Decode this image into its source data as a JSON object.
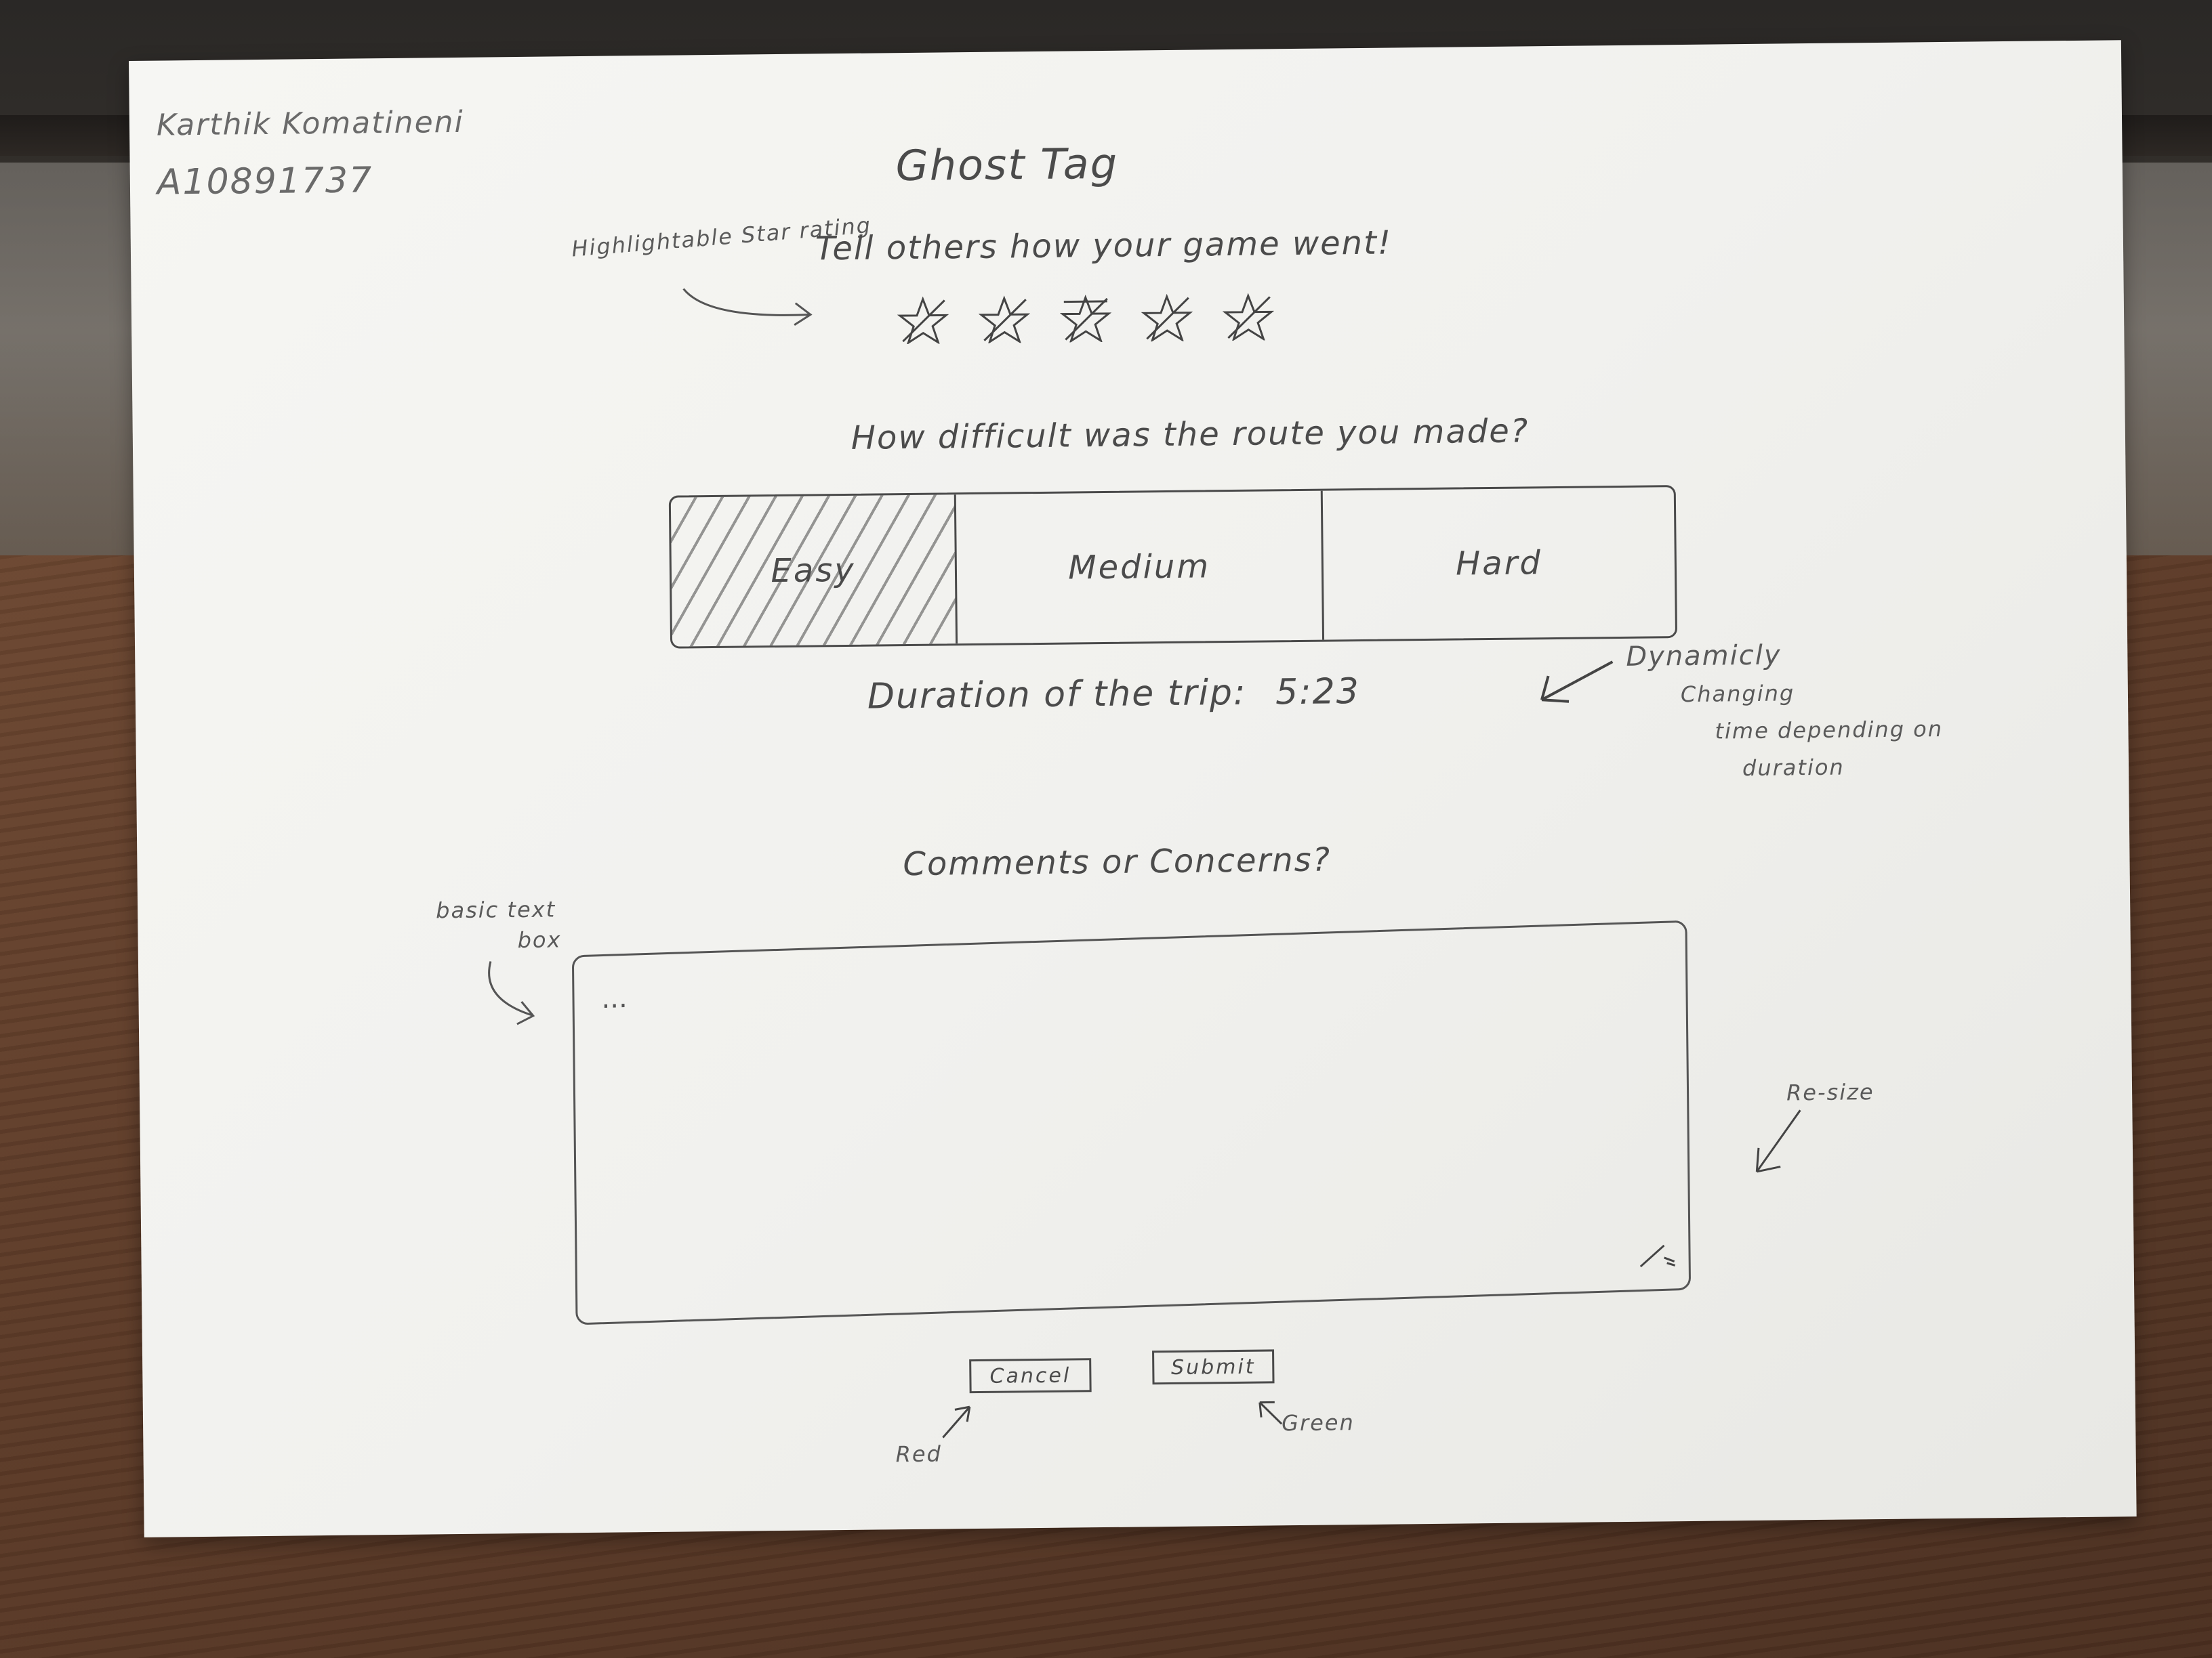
{
  "author": {
    "name": "Karthik Komatineni",
    "id": "A10891737"
  },
  "app": {
    "title": "Ghost Tag"
  },
  "rating": {
    "prompt": "Tell others how your game went!",
    "note": "Highlightable Star rating",
    "stars_total": 5,
    "star_icon": "star-icon"
  },
  "difficulty": {
    "prompt": "How difficult was the route you made?",
    "options": [
      "Easy",
      "Medium",
      "Hard"
    ],
    "selected": "Easy"
  },
  "duration": {
    "label": "Duration of the trip:",
    "value": "5:23",
    "note_line1": "Dynamicly",
    "note_line2": "Changing",
    "note_line3": "time depending on",
    "note_line4": "duration"
  },
  "comments": {
    "prompt": "Comments or Concerns?",
    "placeholder": "...",
    "note_line1": "basic text",
    "note_line2": "box",
    "resize_note": "Re-size"
  },
  "actions": {
    "cancel_label": "Cancel",
    "submit_label": "Submit",
    "cancel_note": "Red",
    "submit_note": "Green",
    "cancel_color": "#cc0000",
    "submit_color": "#00a000"
  }
}
